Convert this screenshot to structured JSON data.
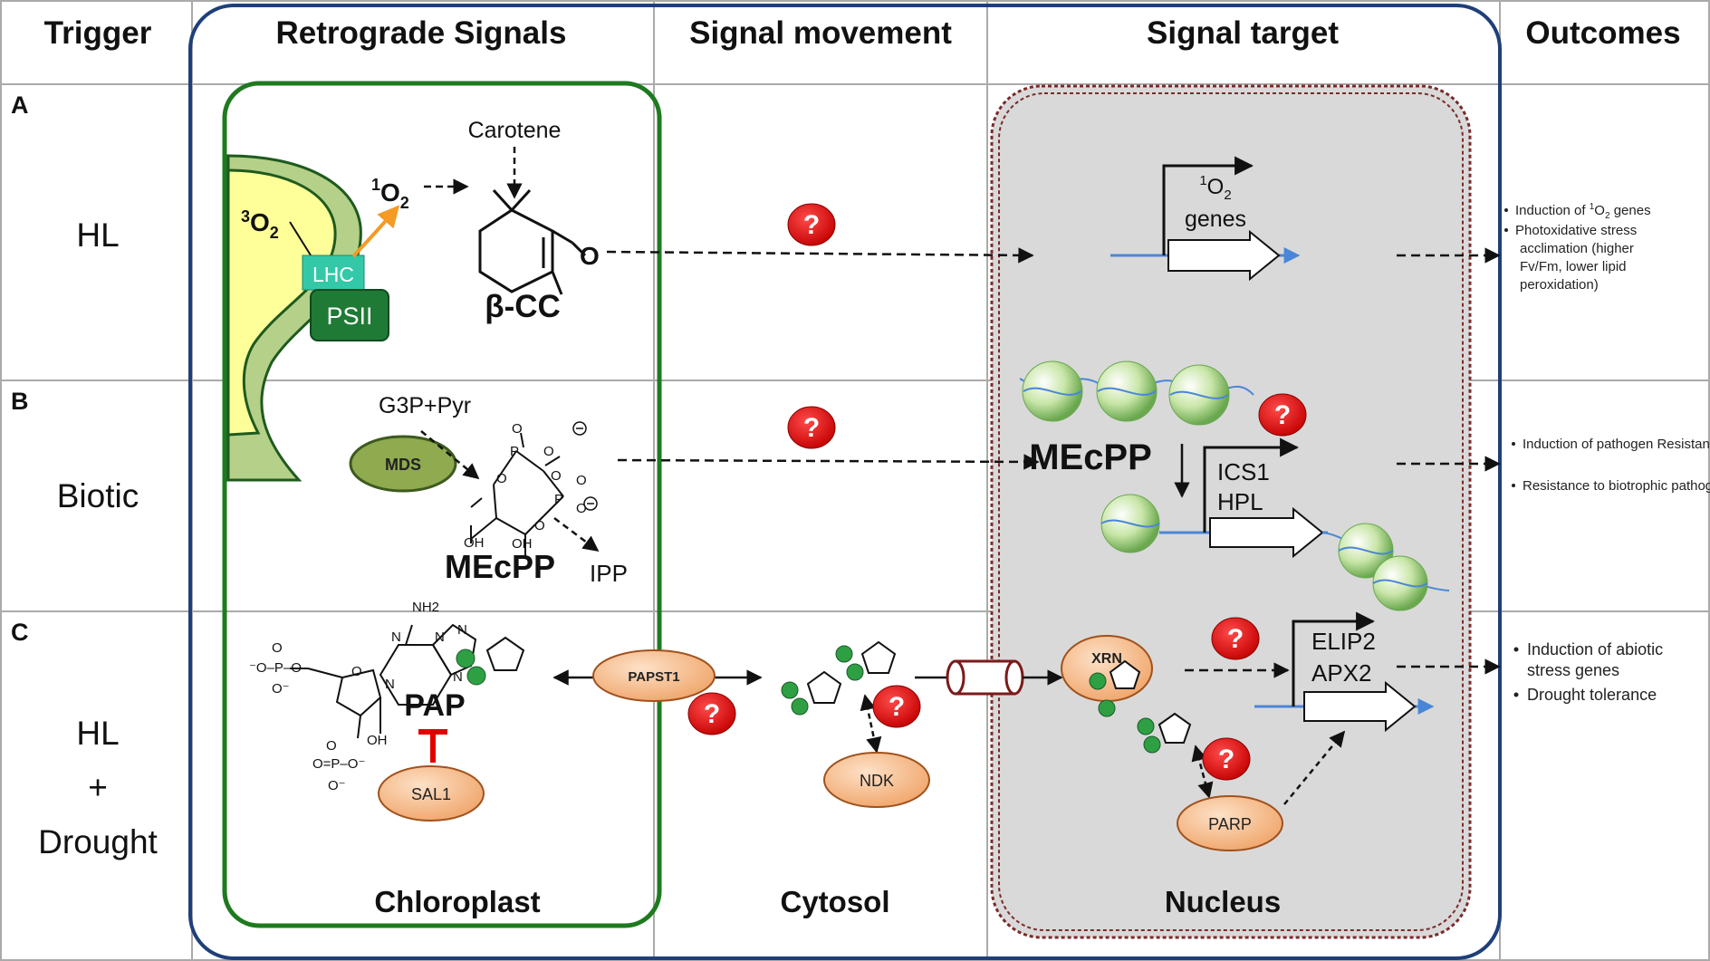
{
  "headers": {
    "trigger": "Trigger",
    "retrograde": "Retrograde Signals",
    "movement": "Signal movement",
    "target": "Signal target",
    "outcomes": "Outcomes"
  },
  "rows": {
    "a": {
      "letter": "A",
      "trigger": "HL"
    },
    "b": {
      "letter": "B",
      "trigger": "Biotic"
    },
    "c": {
      "letter": "C",
      "trigger_lines": [
        "HL",
        "+",
        "Drought"
      ]
    }
  },
  "compartments": {
    "chloroplast": "Chloroplast",
    "cytosol": "Cytosol",
    "nucleus": "Nucleus"
  },
  "row_a": {
    "triplet_o2": "3O2",
    "singlet_o2": "1O2",
    "lhc": "LHC",
    "psii": "PSII",
    "carotene": "Carotene",
    "beta_cc": "β-CC",
    "gene_label_line1": "1O2",
    "gene_label_line2": "genes",
    "question": "?",
    "outcomes": [
      "Induction of 1O2 genes",
      "Photoxidative stress acclimation (higher Fv/Fm, lower lipid peroxidation)"
    ]
  },
  "row_b": {
    "g3p_pyr": "G3P+Pyr",
    "mds": "MDS",
    "mecpp": "MEcPP",
    "ipp": "IPP",
    "mecpp_nucleus": "MEcPP",
    "gene1": "ICS1",
    "gene2": "HPL",
    "question": "?",
    "outcomes": [
      "Induction of pathogen Resistance genes",
      "Resistance to biotrophic pathogens"
    ]
  },
  "row_c": {
    "nh2": "NH2",
    "pap": "PAP",
    "sal1": "SAL1",
    "papst1": "PAPST1",
    "ndk": "NDK",
    "xrn": "XRN",
    "parp": "PARP",
    "gene1": "ELIP2",
    "gene2": "APX2",
    "question": "?",
    "outcomes": [
      "Induction of abiotic stress genes",
      "Drought tolerance"
    ]
  },
  "colors": {
    "grid": "#aaaaaa",
    "blue_frame": "#1f3f7a",
    "chloroplast_green": "#1e7a1e",
    "nucleus_fill": "#d9d9d9",
    "nucleus_border": "#7b2a2a",
    "question_red": "#e00000",
    "enzyme_orange": "#f4b183",
    "lhc_teal": "#33c9a8",
    "psii_green": "#1f7a35",
    "mds_olive": "#8faa4f",
    "inhibit_red": "#e00000"
  },
  "icons": {
    "question_mark": "red-circle-question-icon",
    "nucleosome": "green-sphere-icon",
    "pap_symbol": "pentagon-dots-icon",
    "pore": "nuclear-pore-cylinder-icon"
  }
}
